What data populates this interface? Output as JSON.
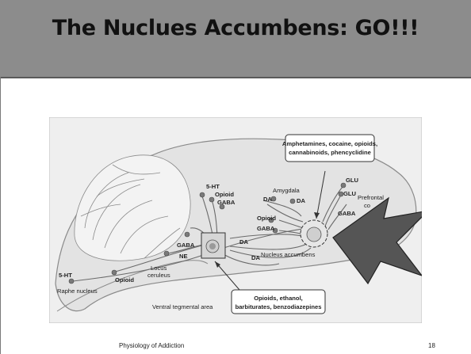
{
  "slide": {
    "title": "The Nuclues Accumbens:  GO!!!",
    "footer_text": "Physiology of Addiction",
    "page_number": "18"
  },
  "diagram": {
    "callout_top": [
      "Amphetamines, cocaine, opioids,",
      "cannabinoids, phencyclidine"
    ],
    "callout_bottom": [
      "Opioids, ethanol,",
      "barbiturates, benzodiazepines"
    ],
    "labels": {
      "ht5_top": "5-HT",
      "opioid_top": "Opioid",
      "gaba_top": "GABA",
      "da_top": "DA",
      "amygdala": "Amygdala",
      "da_amygdala": "DA",
      "glu_top": "GLU",
      "glu_second": "GLU",
      "prefrontal": "Prefrontal",
      "prefrontal_2": "co",
      "gaba_right": "GABA",
      "opioid_mid": "Opioid",
      "gaba_mid": "GABA",
      "da_mid": "DA",
      "da_lower": "DA",
      "gaba_left": "GABA",
      "ne": "NE",
      "locus": "Locus",
      "ceruleus": "ceruleus",
      "ht5_left": "5-HT",
      "opioid_left": "Opioid",
      "raphe": "Raphe nucleus",
      "nucleus_accumbens": "Nucleus accumbens",
      "vta": "Ventral tegmental area"
    }
  }
}
